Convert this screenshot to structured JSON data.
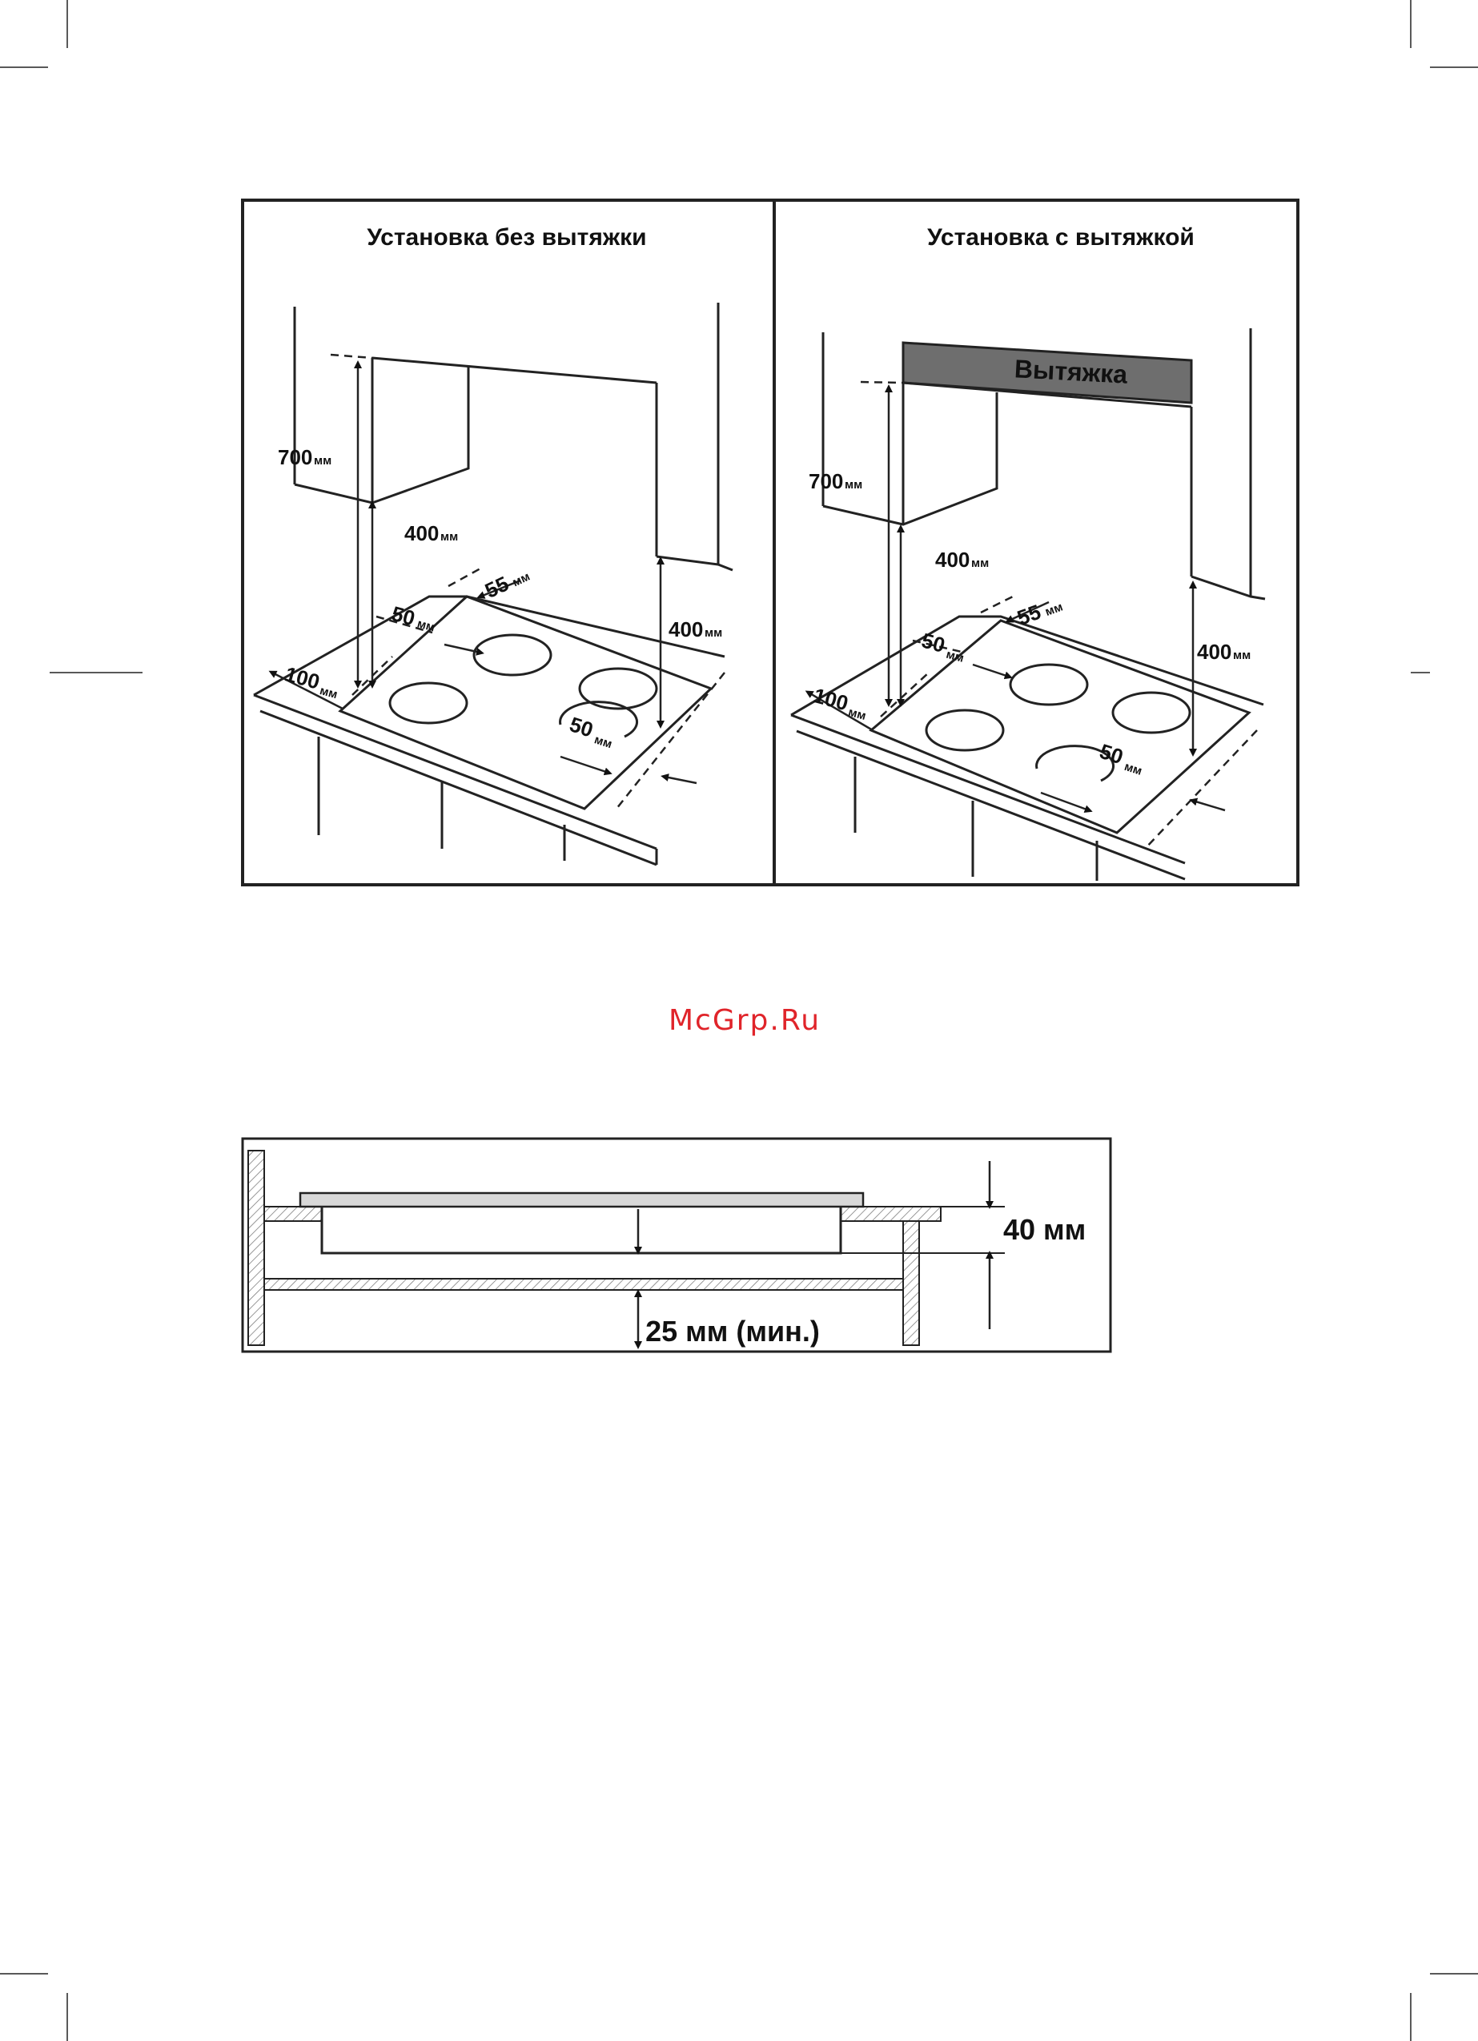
{
  "left_panel": {
    "title": "Установка без вытяжки",
    "dim_700": "700",
    "dim_400_left": "400",
    "dim_400_right": "400",
    "dim_55": "55",
    "dim_50_left": "50",
    "dim_100": "100",
    "dim_50_front": "50",
    "unit": "мм"
  },
  "right_panel": {
    "title": "Установка с вытяжкой",
    "hood_label": "Вытяжка",
    "dim_700": "700",
    "dim_400_left": "400",
    "dim_400_right": "400",
    "dim_55": "55",
    "dim_50_left": "50",
    "dim_100": "100",
    "dim_50_front": "50",
    "unit": "мм"
  },
  "watermark": "McGrp.Ru",
  "section": {
    "depth_label": "40 мм",
    "gap_label": "25 мм (мин.)"
  }
}
